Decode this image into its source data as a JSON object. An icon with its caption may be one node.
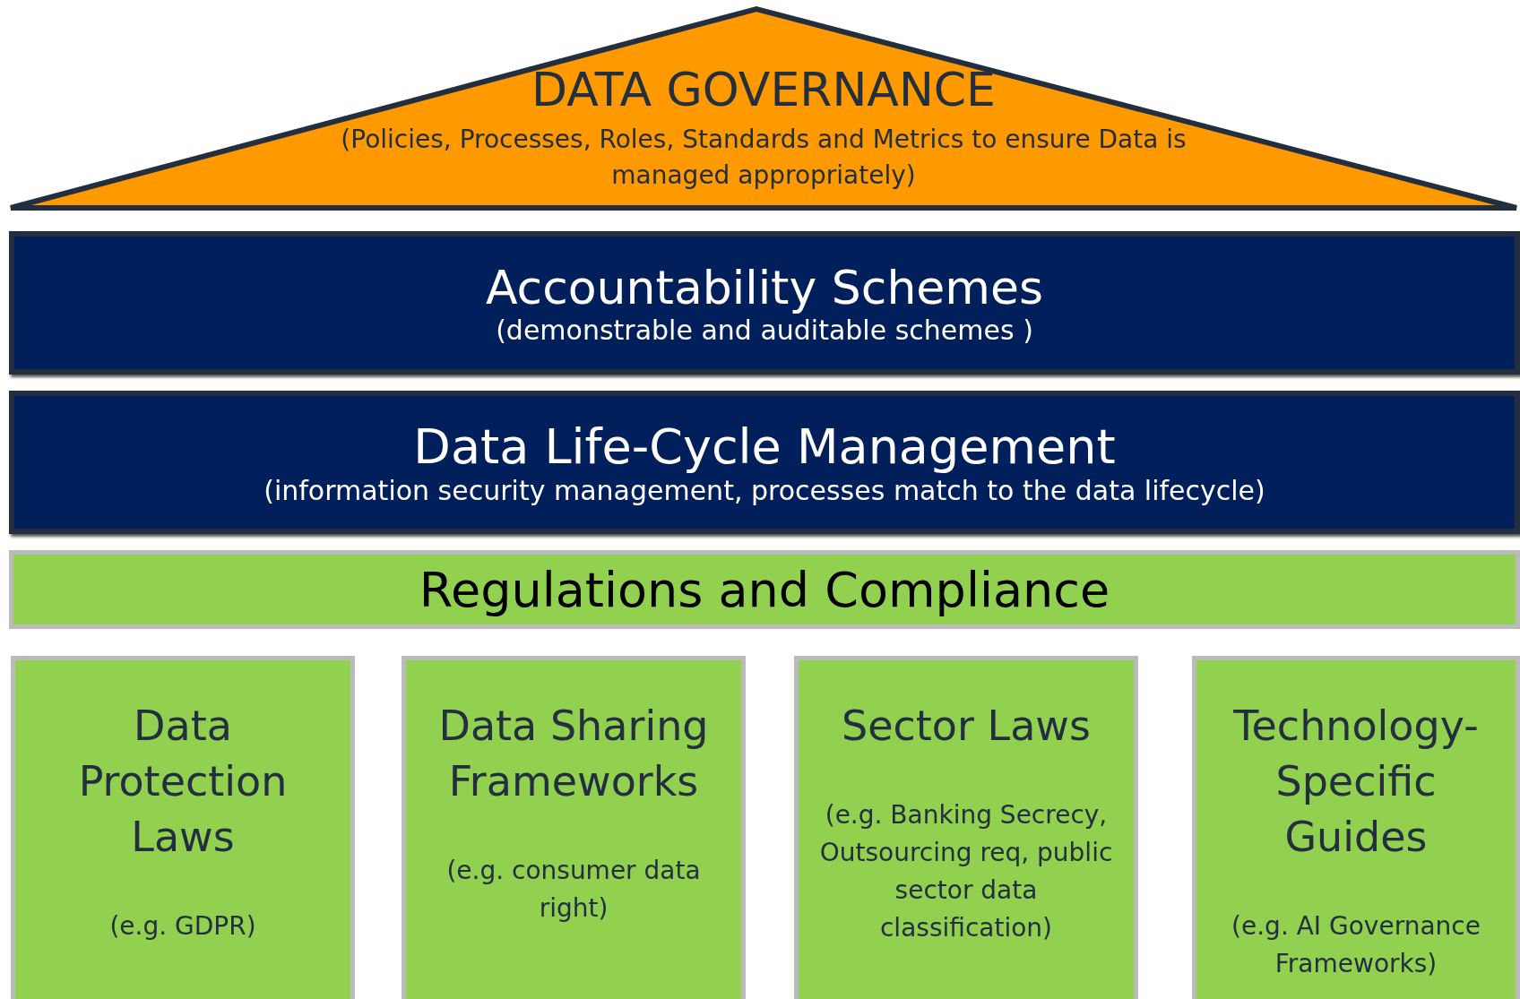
{
  "diagram": {
    "nodes": [
      {
        "text": [
          "DATA GOVERNANCE",
          "(Policies, Processes, Roles, Standards and Metrics to ensure Data is managed appropriately)"
        ]
      },
      {
        "text": [
          "Accountability Schemes",
          "(demonstrable and auditable schemes )"
        ]
      },
      {
        "text": [
          "Data Life-Cycle Management",
          "(information security management, processes match to the data lifecycle)"
        ]
      },
      {
        "text": [
          "Regulations and Compliance"
        ]
      },
      {
        "text": [
          "Data Protection Laws",
          "(e.g. GDPR)"
        ]
      },
      {
        "text": [
          "Data Sharing Frameworks",
          "(e.g. consumer data right)"
        ]
      },
      {
        "text": [
          "Sector Laws",
          "(e.g. Banking Secrecy, Outsourcing req, public sector data classification)"
        ]
      },
      {
        "text": [
          "Technology-Specific Guides",
          "(e.g. AI Governance Frameworks)"
        ]
      }
    ]
  }
}
